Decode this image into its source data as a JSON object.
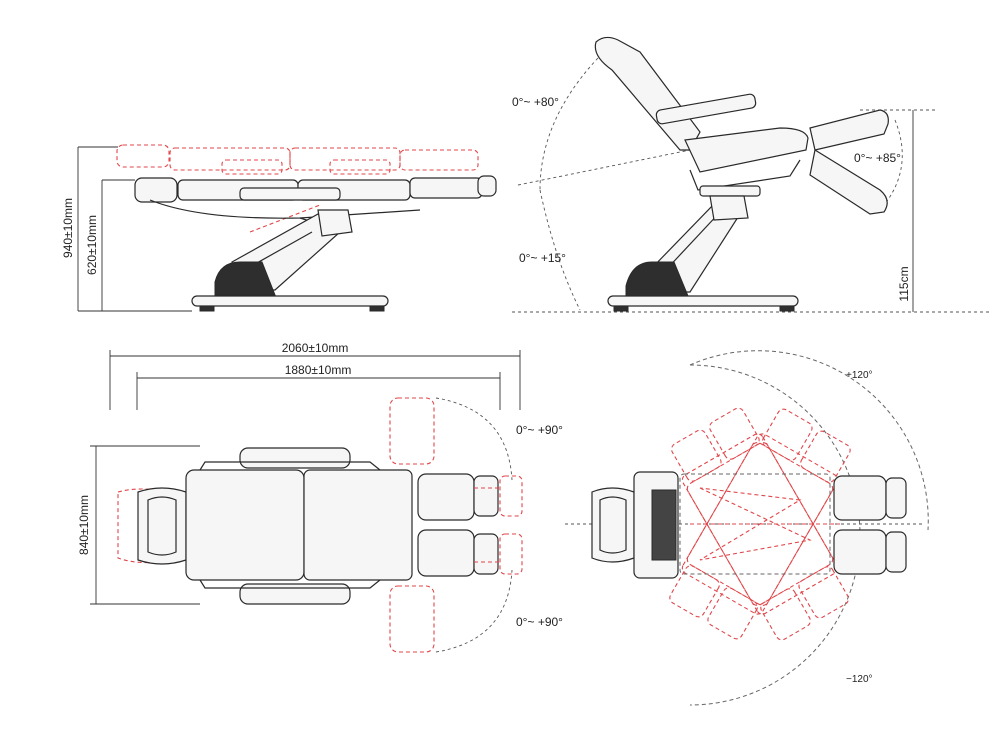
{
  "labels": {
    "height_total": "940±10mm",
    "height_seat": "620±10mm",
    "back_angle": "0°~ +80°",
    "seat_angle": "0°~ +15°",
    "leg_angle": "0°~ +85°",
    "height_cm": "115cm",
    "length_total": "2060±10mm",
    "length_body": "1880±10mm",
    "width": "840±10mm",
    "leg_split_top": "0°~ +90°",
    "leg_split_bottom": "0°~ +90°",
    "rotate_pos": "+120°",
    "rotate_neg": "−120°"
  },
  "colors": {
    "line": "#2a2a2a",
    "highlight": "#e0464a"
  }
}
